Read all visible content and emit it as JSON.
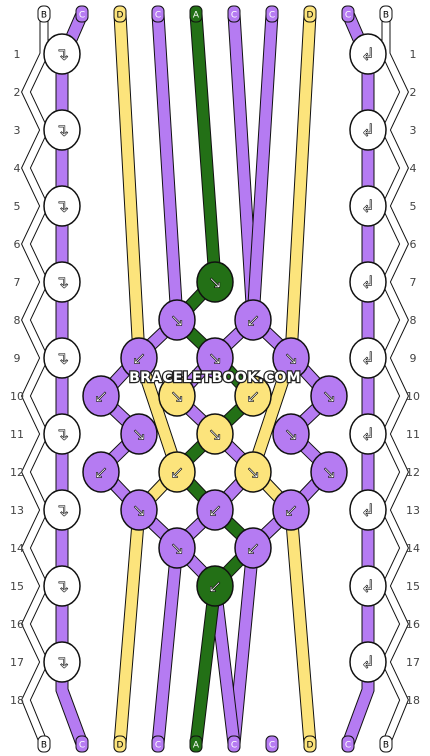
{
  "pattern": {
    "watermark": "BRACELETBOOK.COM",
    "colors": {
      "A": "#237016",
      "B": "#ffffff",
      "C": "#b57bf2",
      "D": "#fce47c"
    },
    "strands_top": [
      "B",
      "C",
      "D",
      "C",
      "A",
      "C",
      "C",
      "D",
      "C",
      "B"
    ],
    "strands_bottom": [
      "B",
      "C",
      "D",
      "C",
      "A",
      "C",
      "C",
      "D",
      "C",
      "B"
    ],
    "row_numbers": [
      "1",
      "2",
      "3",
      "4",
      "5",
      "6",
      "7",
      "8",
      "9",
      "10",
      "11",
      "12",
      "13",
      "14",
      "15",
      "16",
      "17",
      "18"
    ],
    "edge_knots": {
      "left": [
        {
          "row": 1,
          "dir": "forward-backward",
          "color": "B"
        },
        {
          "row": 3,
          "dir": "forward-backward",
          "color": "B"
        },
        {
          "row": 5,
          "dir": "forward-backward",
          "color": "B"
        },
        {
          "row": 7,
          "dir": "forward-backward",
          "color": "B"
        },
        {
          "row": 9,
          "dir": "forward-backward",
          "color": "B"
        },
        {
          "row": 11,
          "dir": "forward-backward",
          "color": "B"
        },
        {
          "row": 13,
          "dir": "forward-backward",
          "color": "B"
        },
        {
          "row": 15,
          "dir": "forward-backward",
          "color": "B"
        },
        {
          "row": 17,
          "dir": "forward-backward",
          "color": "B"
        }
      ],
      "right": [
        {
          "row": 1,
          "dir": "backward-forward",
          "color": "B"
        },
        {
          "row": 3,
          "dir": "backward-forward",
          "color": "B"
        },
        {
          "row": 5,
          "dir": "backward-forward",
          "color": "B"
        },
        {
          "row": 7,
          "dir": "backward-forward",
          "color": "B"
        },
        {
          "row": 9,
          "dir": "backward-forward",
          "color": "B"
        },
        {
          "row": 11,
          "dir": "backward-forward",
          "color": "B"
        },
        {
          "row": 13,
          "dir": "backward-forward",
          "color": "B"
        },
        {
          "row": 15,
          "dir": "backward-forward",
          "color": "B"
        },
        {
          "row": 17,
          "dir": "backward-forward",
          "color": "B"
        }
      ]
    },
    "center_knots": [
      {
        "row": 7,
        "col": 3,
        "dir": "forward",
        "color": "A"
      },
      {
        "row": 8,
        "col": 2,
        "dir": "forward",
        "color": "C"
      },
      {
        "row": 8,
        "col": 4,
        "dir": "backward",
        "color": "C"
      },
      {
        "row": 9,
        "col": 1,
        "dir": "backward",
        "color": "C"
      },
      {
        "row": 9,
        "col": 3,
        "dir": "forward",
        "color": "C"
      },
      {
        "row": 9,
        "col": 5,
        "dir": "forward",
        "color": "C"
      },
      {
        "row": 10,
        "col": 0,
        "dir": "backward",
        "color": "C"
      },
      {
        "row": 10,
        "col": 2,
        "dir": "forward",
        "color": "D"
      },
      {
        "row": 10,
        "col": 4,
        "dir": "backward",
        "color": "D"
      },
      {
        "row": 10,
        "col": 6,
        "dir": "forward",
        "color": "C"
      },
      {
        "row": 11,
        "col": 1,
        "dir": "forward",
        "color": "C"
      },
      {
        "row": 11,
        "col": 3,
        "dir": "forward",
        "color": "D"
      },
      {
        "row": 11,
        "col": 5,
        "dir": "forward",
        "color": "C"
      },
      {
        "row": 12,
        "col": 0,
        "dir": "backward",
        "color": "C"
      },
      {
        "row": 12,
        "col": 2,
        "dir": "backward",
        "color": "D"
      },
      {
        "row": 12,
        "col": 4,
        "dir": "forward",
        "color": "D"
      },
      {
        "row": 12,
        "col": 6,
        "dir": "forward",
        "color": "C"
      },
      {
        "row": 13,
        "col": 1,
        "dir": "forward",
        "color": "C"
      },
      {
        "row": 13,
        "col": 3,
        "dir": "backward",
        "color": "C"
      },
      {
        "row": 13,
        "col": 5,
        "dir": "backward",
        "color": "C"
      },
      {
        "row": 14,
        "col": 2,
        "dir": "forward",
        "color": "C"
      },
      {
        "row": 14,
        "col": 4,
        "dir": "backward",
        "color": "C"
      },
      {
        "row": 15,
        "col": 3,
        "dir": "backward",
        "color": "A"
      }
    ]
  }
}
